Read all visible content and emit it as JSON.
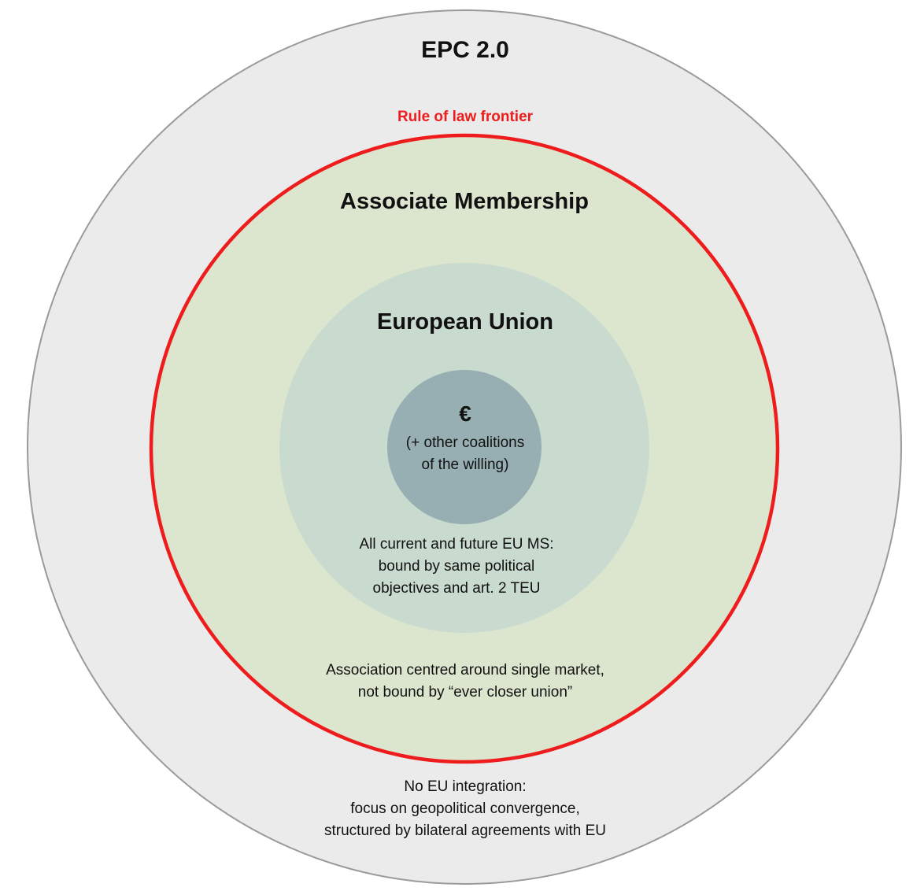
{
  "rings": {
    "epc": {
      "title": "EPC 2.0",
      "description": [
        "No EU integration:",
        "focus on geopolitical convergence,",
        "structured by bilateral agreements with EU"
      ],
      "fill": "#ebebeb",
      "stroke": "#9a9a9a"
    },
    "frontier": {
      "label": "Rule of law frontier",
      "color": "#ee1c1c"
    },
    "associate": {
      "title": "Associate Membership",
      "description": [
        "Association centred around single market,",
        "not bound by “ever closer union”"
      ],
      "fill": "#dce6cf"
    },
    "eu": {
      "title": "European Union",
      "description": [
        "All current and future EU MS:",
        "bound by same political",
        "objectives and art. 2 TEU"
      ],
      "fill": "#c9dacf"
    },
    "core": {
      "symbol": "€",
      "description": [
        "(+ other coalitions",
        "of the willing)"
      ],
      "fill": "#97afb2"
    }
  }
}
